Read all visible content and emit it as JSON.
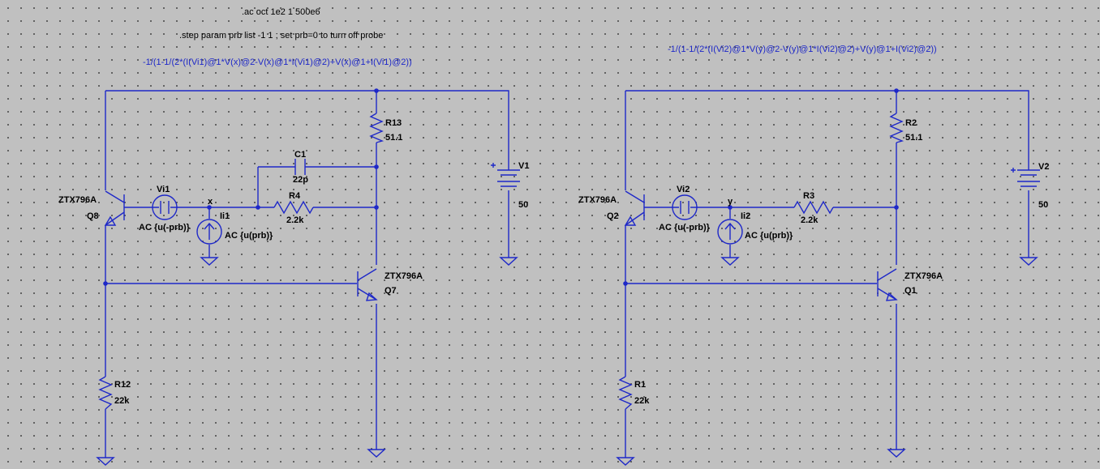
{
  "directives": {
    "ac": ".ac oct 1e2 1 500e6",
    "step": ".step param prb list -1 1 ; set prb=0 to turn off probe"
  },
  "expressions": {
    "left": "-1/(1-1/(2*(I(Vi1)@1*V(x)@2-V(x)@1*I(Vi1)@2)+V(x)@1+I(Vi1)@2))",
    "right": "-1/(1-1/(2*(I(Vi2)@1*V(y)@2-V(y)@1*I(Vi2)@2)+V(y)@1+I(Vi2)@2))"
  },
  "left_circuit": {
    "q_input": {
      "name": "Q8",
      "model": "ZTX796A"
    },
    "q_output": {
      "name": "Q7",
      "model": "ZTX796A"
    },
    "vprobe": {
      "name": "Vi1",
      "value": "AC {u(-prb)}"
    },
    "iprobe": {
      "name": "Ii1",
      "value": "AC {u(prb)}"
    },
    "node": "x",
    "r_feedback": {
      "name": "R4",
      "value": "2.2k"
    },
    "capacitor": {
      "name": "C1",
      "value": "22p"
    },
    "r_collector": {
      "name": "R13",
      "value": "51.1"
    },
    "r_emitter": {
      "name": "R12",
      "value": "22k"
    },
    "supply": {
      "name": "V1",
      "value": "50"
    }
  },
  "right_circuit": {
    "q_input": {
      "name": "Q2",
      "model": "ZTX796A"
    },
    "q_output": {
      "name": "Q1",
      "model": "ZTX796A"
    },
    "vprobe": {
      "name": "Vi2",
      "value": "AC {u(-prb)}"
    },
    "iprobe": {
      "name": "Ii2",
      "value": "AC {u(prb)}"
    },
    "node": "y",
    "r_feedback": {
      "name": "R3",
      "value": "2.2k"
    },
    "r_collector": {
      "name": "R2",
      "value": "51.1"
    },
    "r_emitter": {
      "name": "R1",
      "value": "22k"
    },
    "supply": {
      "name": "V2",
      "value": "50"
    }
  },
  "colors": {
    "wire": "#1e28c8",
    "background": "#c0c0c0",
    "label": "#000000",
    "grid_dot": "#4a4a4a"
  }
}
